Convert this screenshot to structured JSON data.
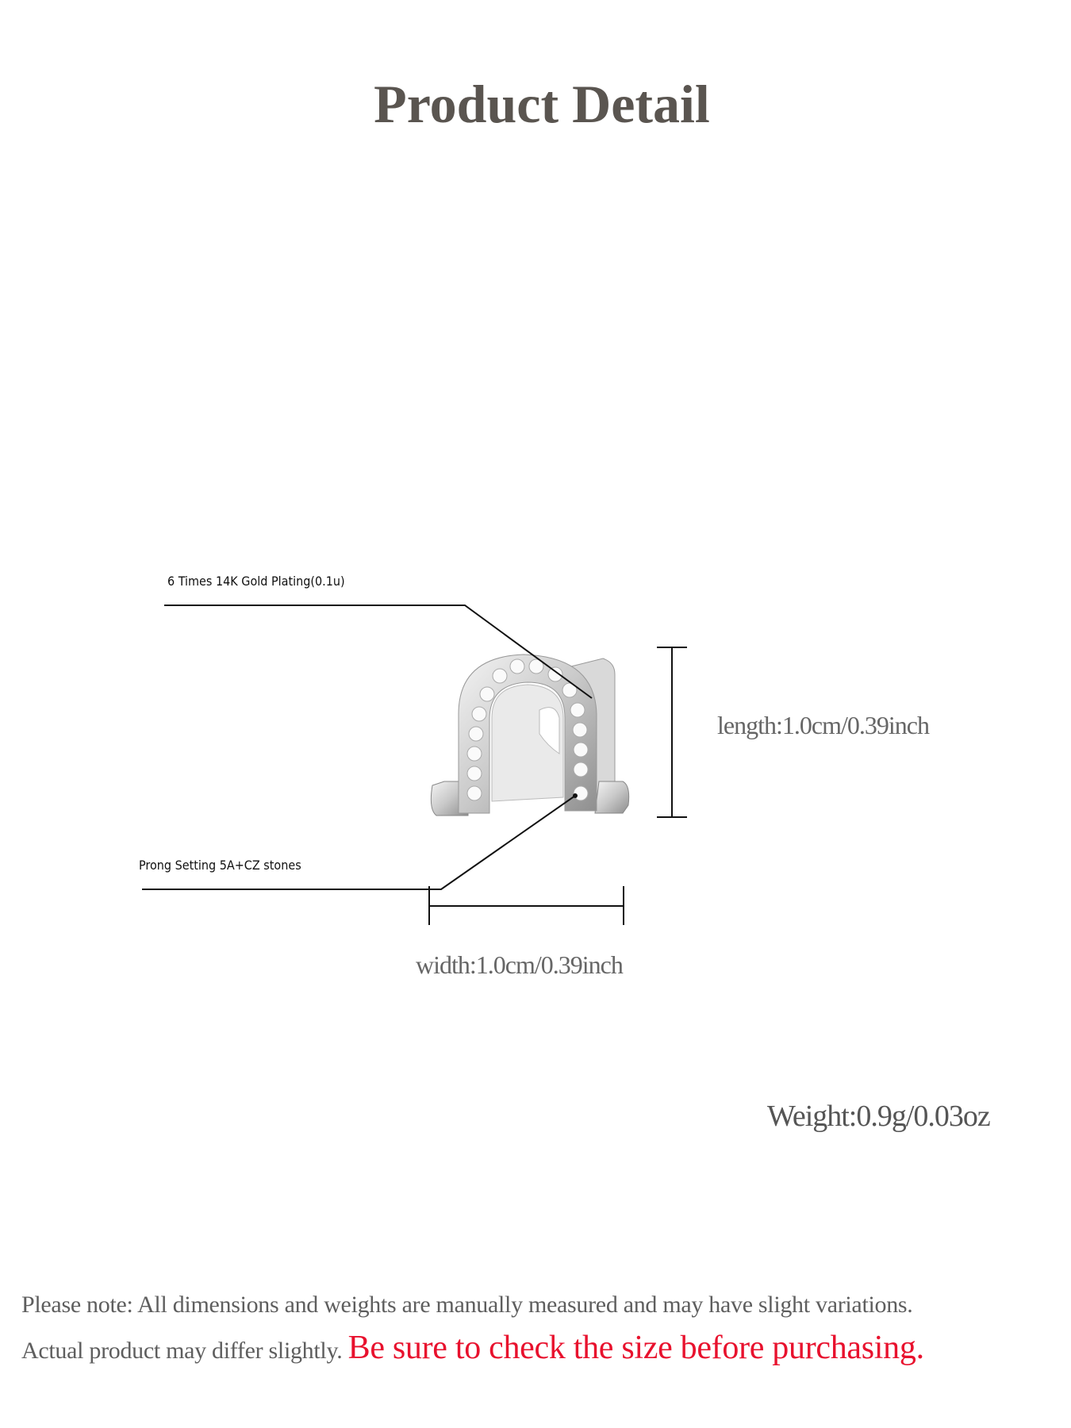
{
  "title": "Product Detail",
  "callouts": {
    "plating": "6 Times  14K  Gold  Plating(0.1u)",
    "setting": "Prong Setting 5A+CZ stones"
  },
  "dimensions": {
    "length": "length:1.0cm/0.39inch",
    "width": "width:1.0cm/0.39inch",
    "weight": "Weight:0.9g/0.03oz"
  },
  "note": {
    "line1": "Please note: All dimensions and weights are manually measured and may have slight variations.",
    "line2": "Actual product may differ slightly.",
    "warning": "Be sure to check the size before purchasing."
  },
  "colors": {
    "warning": "#e8112d",
    "title": "#5a5550"
  }
}
